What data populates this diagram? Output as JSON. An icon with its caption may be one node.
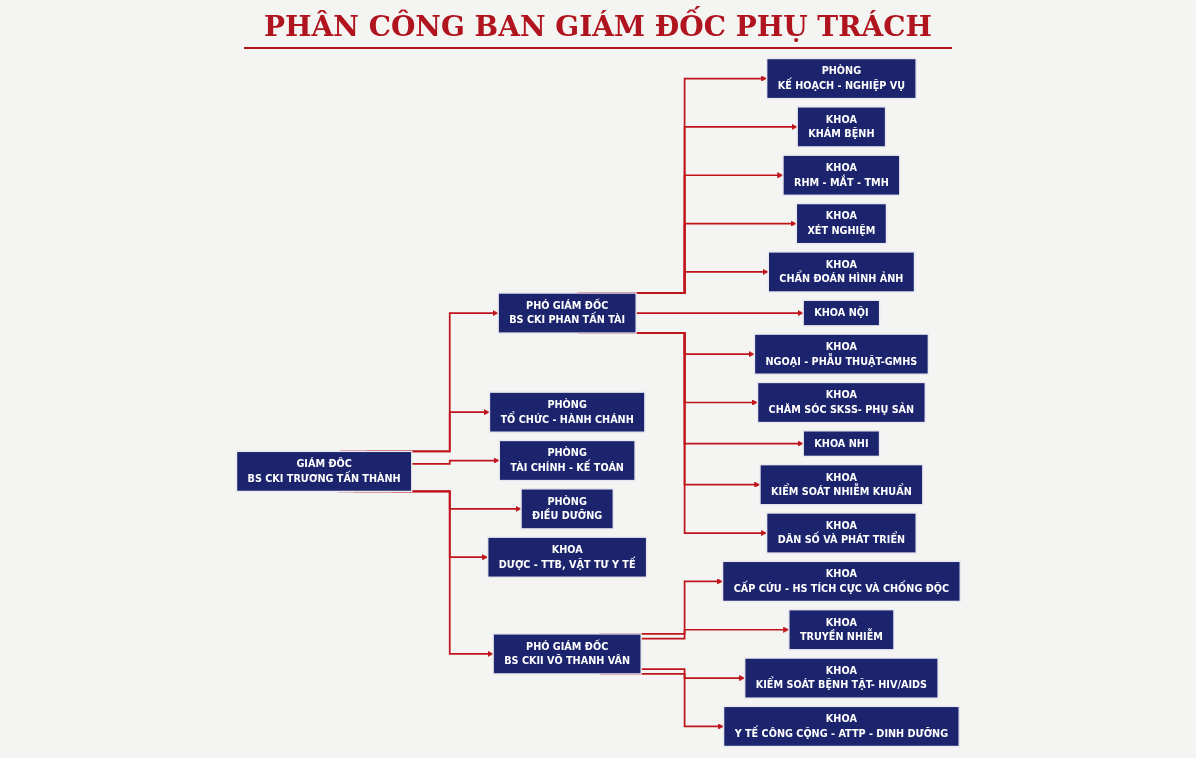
{
  "diagram": {
    "title": "PHÂN CÔNG BAN GIÁM ĐỐC PHỤ TRÁCH",
    "nodes": [
      {
        "text": [
          "GIÁM ĐỐC",
          "BS CKI TRƯƠNG TẤN THÀNH"
        ]
      },
      {
        "text": [
          "PHÓ GIÁM ĐỐC",
          "BS CKI PHAN TẤN TÀI"
        ]
      },
      {
        "text": [
          "PHÓ GIÁM ĐỐC",
          "BS CKII VÕ THANH VÂN"
        ]
      },
      {
        "text": [
          "PHÒNG",
          "KẾ HOẠCH - NGHIỆP VỤ"
        ]
      },
      {
        "text": [
          "KHOA",
          "KHÁM BỆNH"
        ]
      },
      {
        "text": [
          "KHOA",
          "RHM - MẮT - TMH"
        ]
      },
      {
        "text": [
          "KHOA",
          "XÉT NGHIỆM"
        ]
      },
      {
        "text": [
          "KHOA",
          "CHẨN ĐOÁN HÌNH ẢNH"
        ]
      },
      {
        "text": [
          "KHOA NỘI"
        ]
      },
      {
        "text": [
          "KHOA",
          "NGOẠI - PHẪU THUẬT-GMHS"
        ]
      },
      {
        "text": [
          "KHOA",
          "CHĂM SÓC SKSS- PHỤ SẢN"
        ]
      },
      {
        "text": [
          "KHOA NHI"
        ]
      },
      {
        "text": [
          "KHOA",
          "KIỂM SOÁT NHIỄM KHUẨN"
        ]
      },
      {
        "text": [
          "KHOA",
          "DÂN SỐ VÀ PHÁT TRIỂN"
        ]
      },
      {
        "text": [
          "PHÒNG",
          "TỔ CHỨC - HÀNH CHÁNH"
        ]
      },
      {
        "text": [
          "PHÒNG",
          "TÀI CHÍNH - KẾ TOÁN"
        ]
      },
      {
        "text": [
          "PHÒNG",
          "ĐIỀU DƯỠNG"
        ]
      },
      {
        "text": [
          "KHOA",
          "DƯỢC - TTB, VẬT TƯ Y TẾ"
        ]
      },
      {
        "text": [
          "KHOA",
          "CẤP CỨU - HS TÍCH CỰC VÀ CHỐNG ĐỘC"
        ]
      },
      {
        "text": [
          "KHOA",
          "TRUYỀN NHIỄM"
        ]
      },
      {
        "text": [
          "KHOA",
          "KIỂM SOÁT BỆNH TẬT- HIV/AIDS"
        ]
      },
      {
        "text": [
          "KHOA",
          "Y TẾ CÔNG CỘNG - ATTP - DINH DƯỠNG"
        ]
      }
    ],
    "edges": [
      {
        "from": 0,
        "to": 1,
        "arrow": "to"
      },
      {
        "from": 0,
        "to": 2,
        "arrow": "to"
      },
      {
        "from": 1,
        "to": 3,
        "arrow": "to"
      },
      {
        "from": 1,
        "to": 4,
        "arrow": "to"
      },
      {
        "from": 1,
        "to": 5,
        "arrow": "to"
      },
      {
        "from": 1,
        "to": 6,
        "arrow": "to"
      },
      {
        "from": 1,
        "to": 7,
        "arrow": "to"
      },
      {
        "from": 1,
        "to": 8,
        "arrow": "to"
      },
      {
        "from": 1,
        "to": 9,
        "arrow": "to"
      },
      {
        "from": 1,
        "to": 10,
        "arrow": "to"
      },
      {
        "from": 1,
        "to": 11,
        "arrow": "to"
      },
      {
        "from": 1,
        "to": 12,
        "arrow": "to"
      },
      {
        "from": 1,
        "to": 13,
        "arrow": "to"
      },
      {
        "from": 0,
        "to": 14,
        "arrow": "to"
      },
      {
        "from": 0,
        "to": 15,
        "arrow": "to"
      },
      {
        "from": 0,
        "to": 16,
        "arrow": "to"
      },
      {
        "from": 0,
        "to": 17,
        "arrow": "to"
      },
      {
        "from": 2,
        "to": 18,
        "arrow": "to"
      },
      {
        "from": 2,
        "to": 19,
        "arrow": "to"
      },
      {
        "from": 2,
        "to": 20,
        "arrow": "to"
      },
      {
        "from": 2,
        "to": 21,
        "arrow": "to"
      }
    ]
  }
}
